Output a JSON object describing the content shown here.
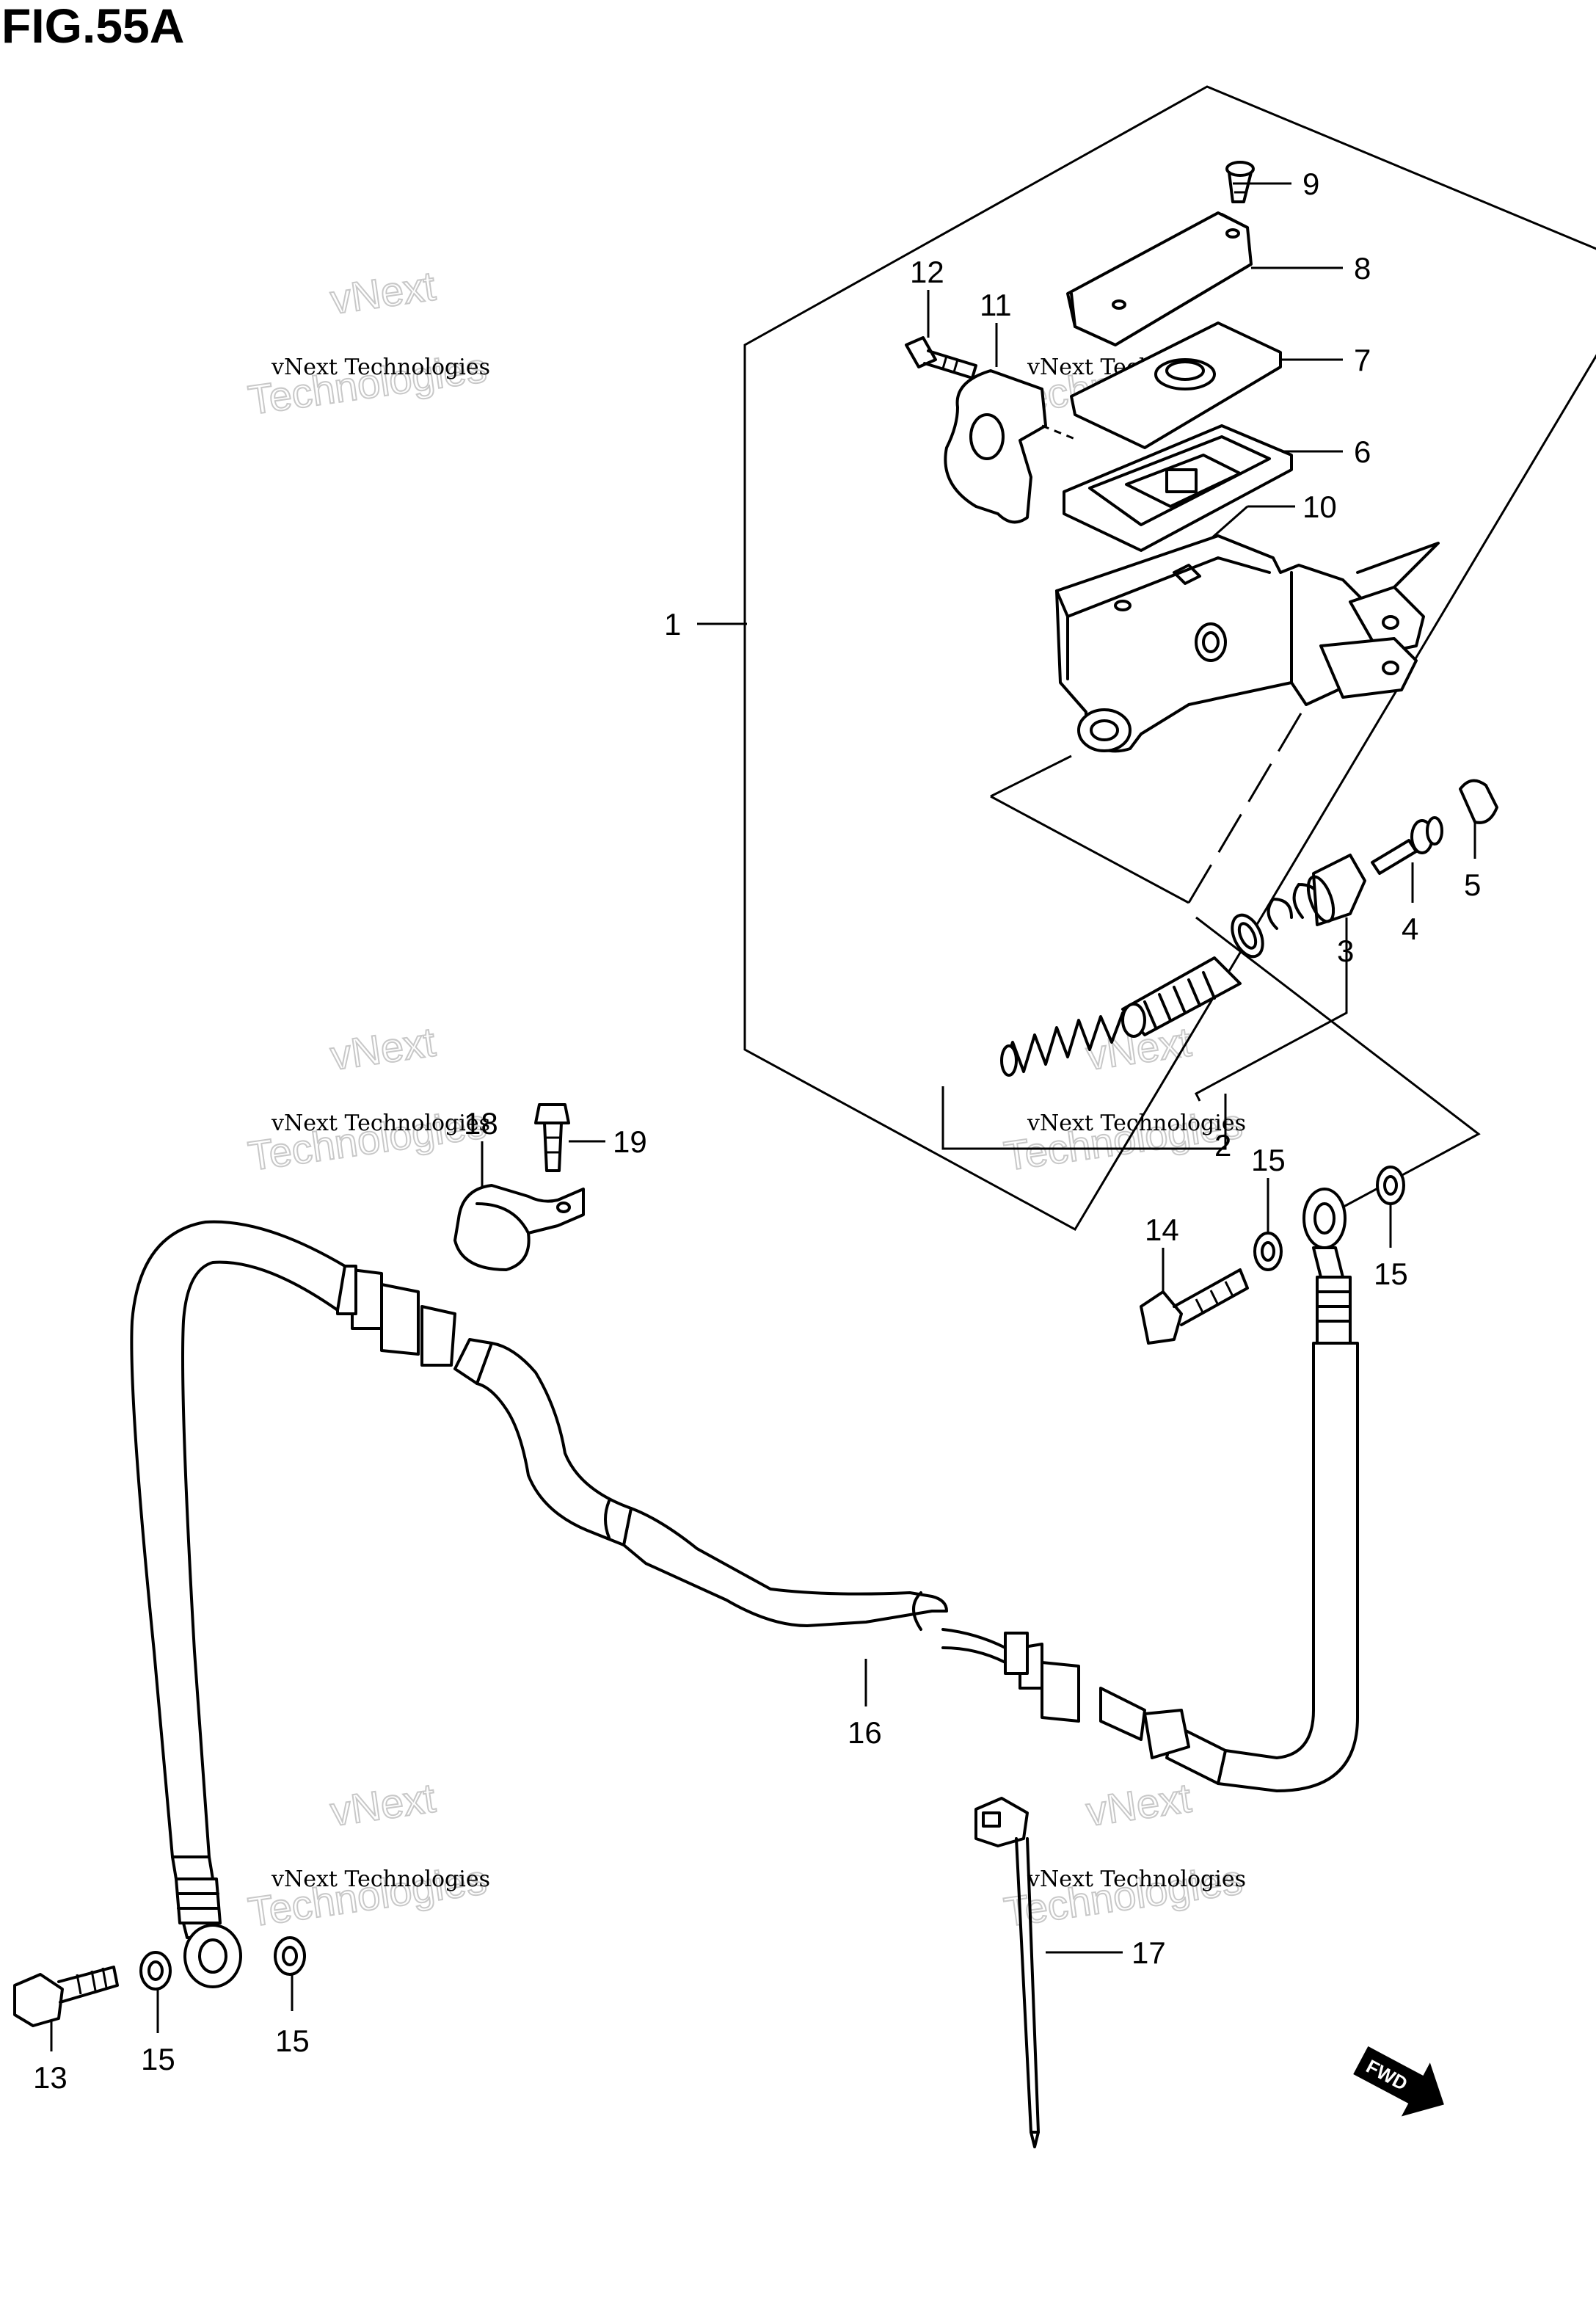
{
  "figure": {
    "title": "FIG.55A"
  },
  "watermark": {
    "line1": "vNext Technologies",
    "line2": "vNext",
    "line3": "Technologies"
  },
  "fwd_label": "FWD",
  "labels": {
    "p1": "1",
    "p2": "2",
    "p3": "3",
    "p4": "4",
    "p5": "5",
    "p6": "6",
    "p7": "7",
    "p8": "8",
    "p9": "9",
    "p10": "10",
    "p11": "11",
    "p12": "12",
    "p13": "13",
    "p14": "14",
    "p15a": "15",
    "p15b": "15",
    "p15c": "15",
    "p15d": "15",
    "p16": "16",
    "p17": "17",
    "p18": "18",
    "p19": "19"
  }
}
